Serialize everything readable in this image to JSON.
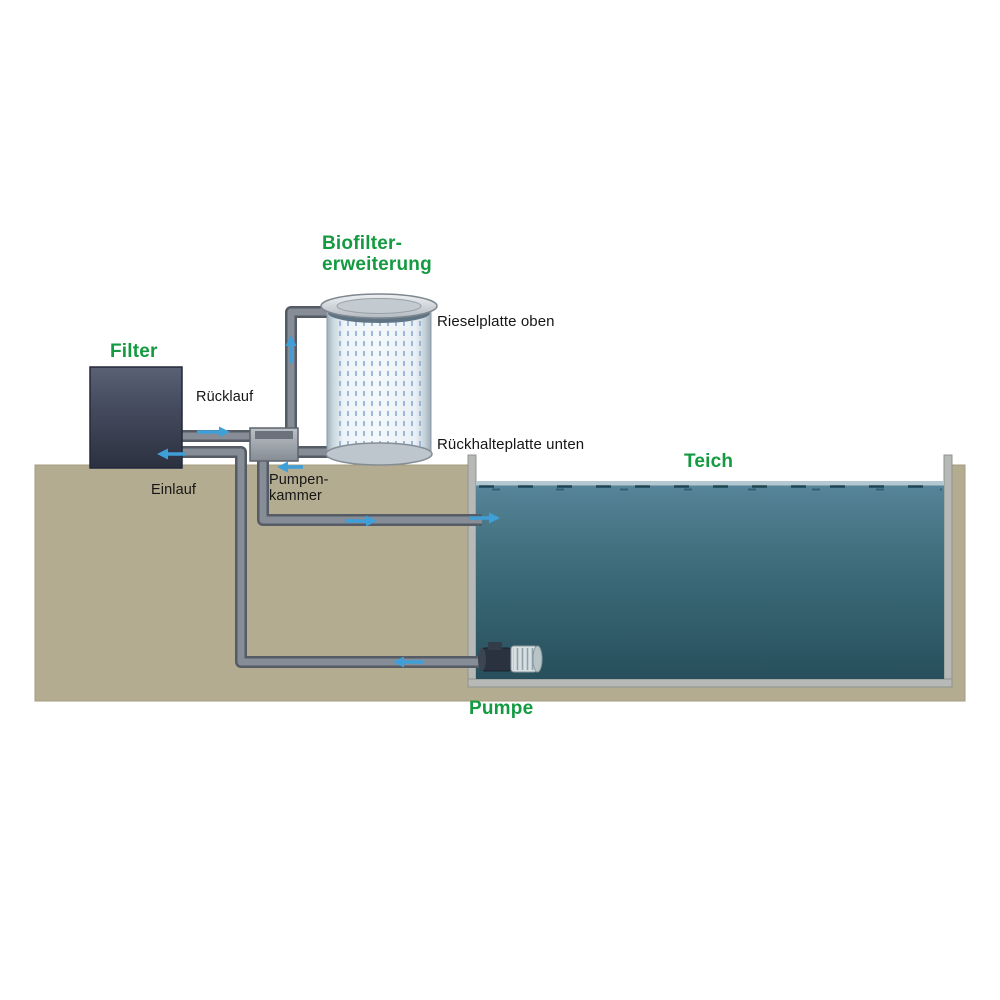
{
  "labels": {
    "biofilter": {
      "line1": "Biofilter-",
      "line2": "erweiterung"
    },
    "filter": "Filter",
    "teich": "Teich",
    "pumpe": "Pumpe",
    "rieselplatte": "Rieselplatte oben",
    "rueckhalteplatte": "Rückhalteplatte unten",
    "ruecklauf": "Rücklauf",
    "einlauf": "Einlauf",
    "pumpenkammer": {
      "line1": "Pumpen-",
      "line2": "kammer"
    }
  },
  "colors": {
    "label_green": "#149a40",
    "label_black": "#161616",
    "ground_tan": "#b4ac90",
    "water_top": "#58869a",
    "water_bottom": "#274f5c",
    "pipe_gray": "#868d96",
    "pipe_edge": "#565c66",
    "arrow_blue": "#3f9fd8",
    "filter_dark": "#3a4052",
    "biofilter_body": "#eef4f8",
    "liner_gray": "#b6b9b6"
  }
}
